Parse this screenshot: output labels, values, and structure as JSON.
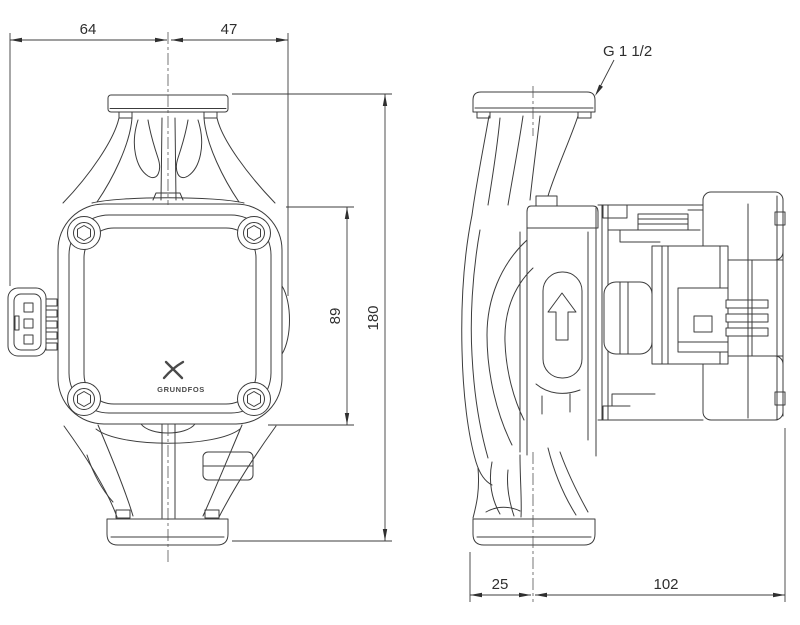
{
  "page": {
    "background": "#ffffff"
  },
  "drawing": {
    "kind": "pump dimensional drawing, front and side views",
    "line_color": "#3c3c3c",
    "text_color": "#2e2e2e",
    "logo": {
      "text": "GRUNDFOS",
      "symbol": "grundfos-x-icon"
    },
    "labels": {
      "thread": "G 1 1/2"
    },
    "dimensions": {
      "width_left": "64",
      "width_right": "47",
      "body_height": "89",
      "overall_height": "180",
      "depth_front": "25",
      "depth_rear": "102"
    },
    "icons": {
      "flow_direction": "arrow-up"
    }
  }
}
